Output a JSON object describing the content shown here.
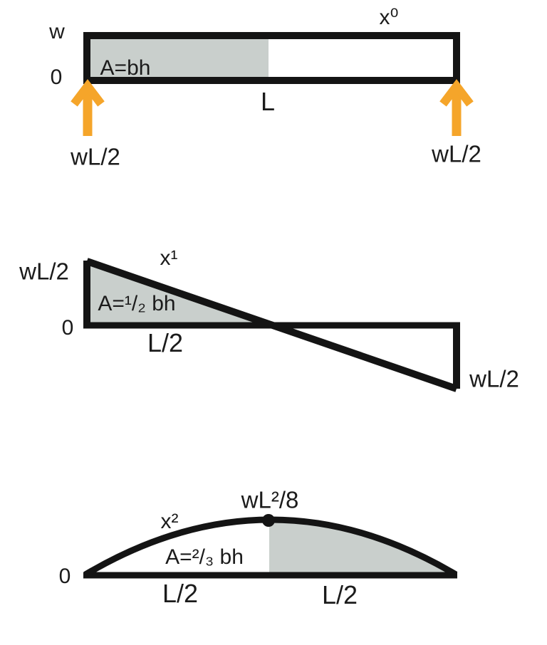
{
  "colors": {
    "stroke": "#141414",
    "shaded_fill": "#c9cfcc",
    "arrow_orange": "#f5a52a",
    "text": "#1b1b1b",
    "background": "#ffffff"
  },
  "load_diagram": {
    "curve_label": "x⁰",
    "intensity_label": "w",
    "zero_label": "0",
    "area_label": "A=bh",
    "span_label": "L",
    "left_reaction_label": "wL/2",
    "right_reaction_label": "wL/2"
  },
  "shear_diagram": {
    "curve_label": "x¹",
    "max_label": "wL/2",
    "area_label": "A=¹/₂ bh",
    "zero_label": "0",
    "half_span_label": "L/2",
    "min_label": "wL/2"
  },
  "moment_diagram": {
    "curve_label": "x²",
    "peak_label": "wL²/8",
    "area_label": "A=²/₃ bh",
    "zero_label": "0",
    "left_half_label": "L/2",
    "right_half_label": "L/2"
  }
}
